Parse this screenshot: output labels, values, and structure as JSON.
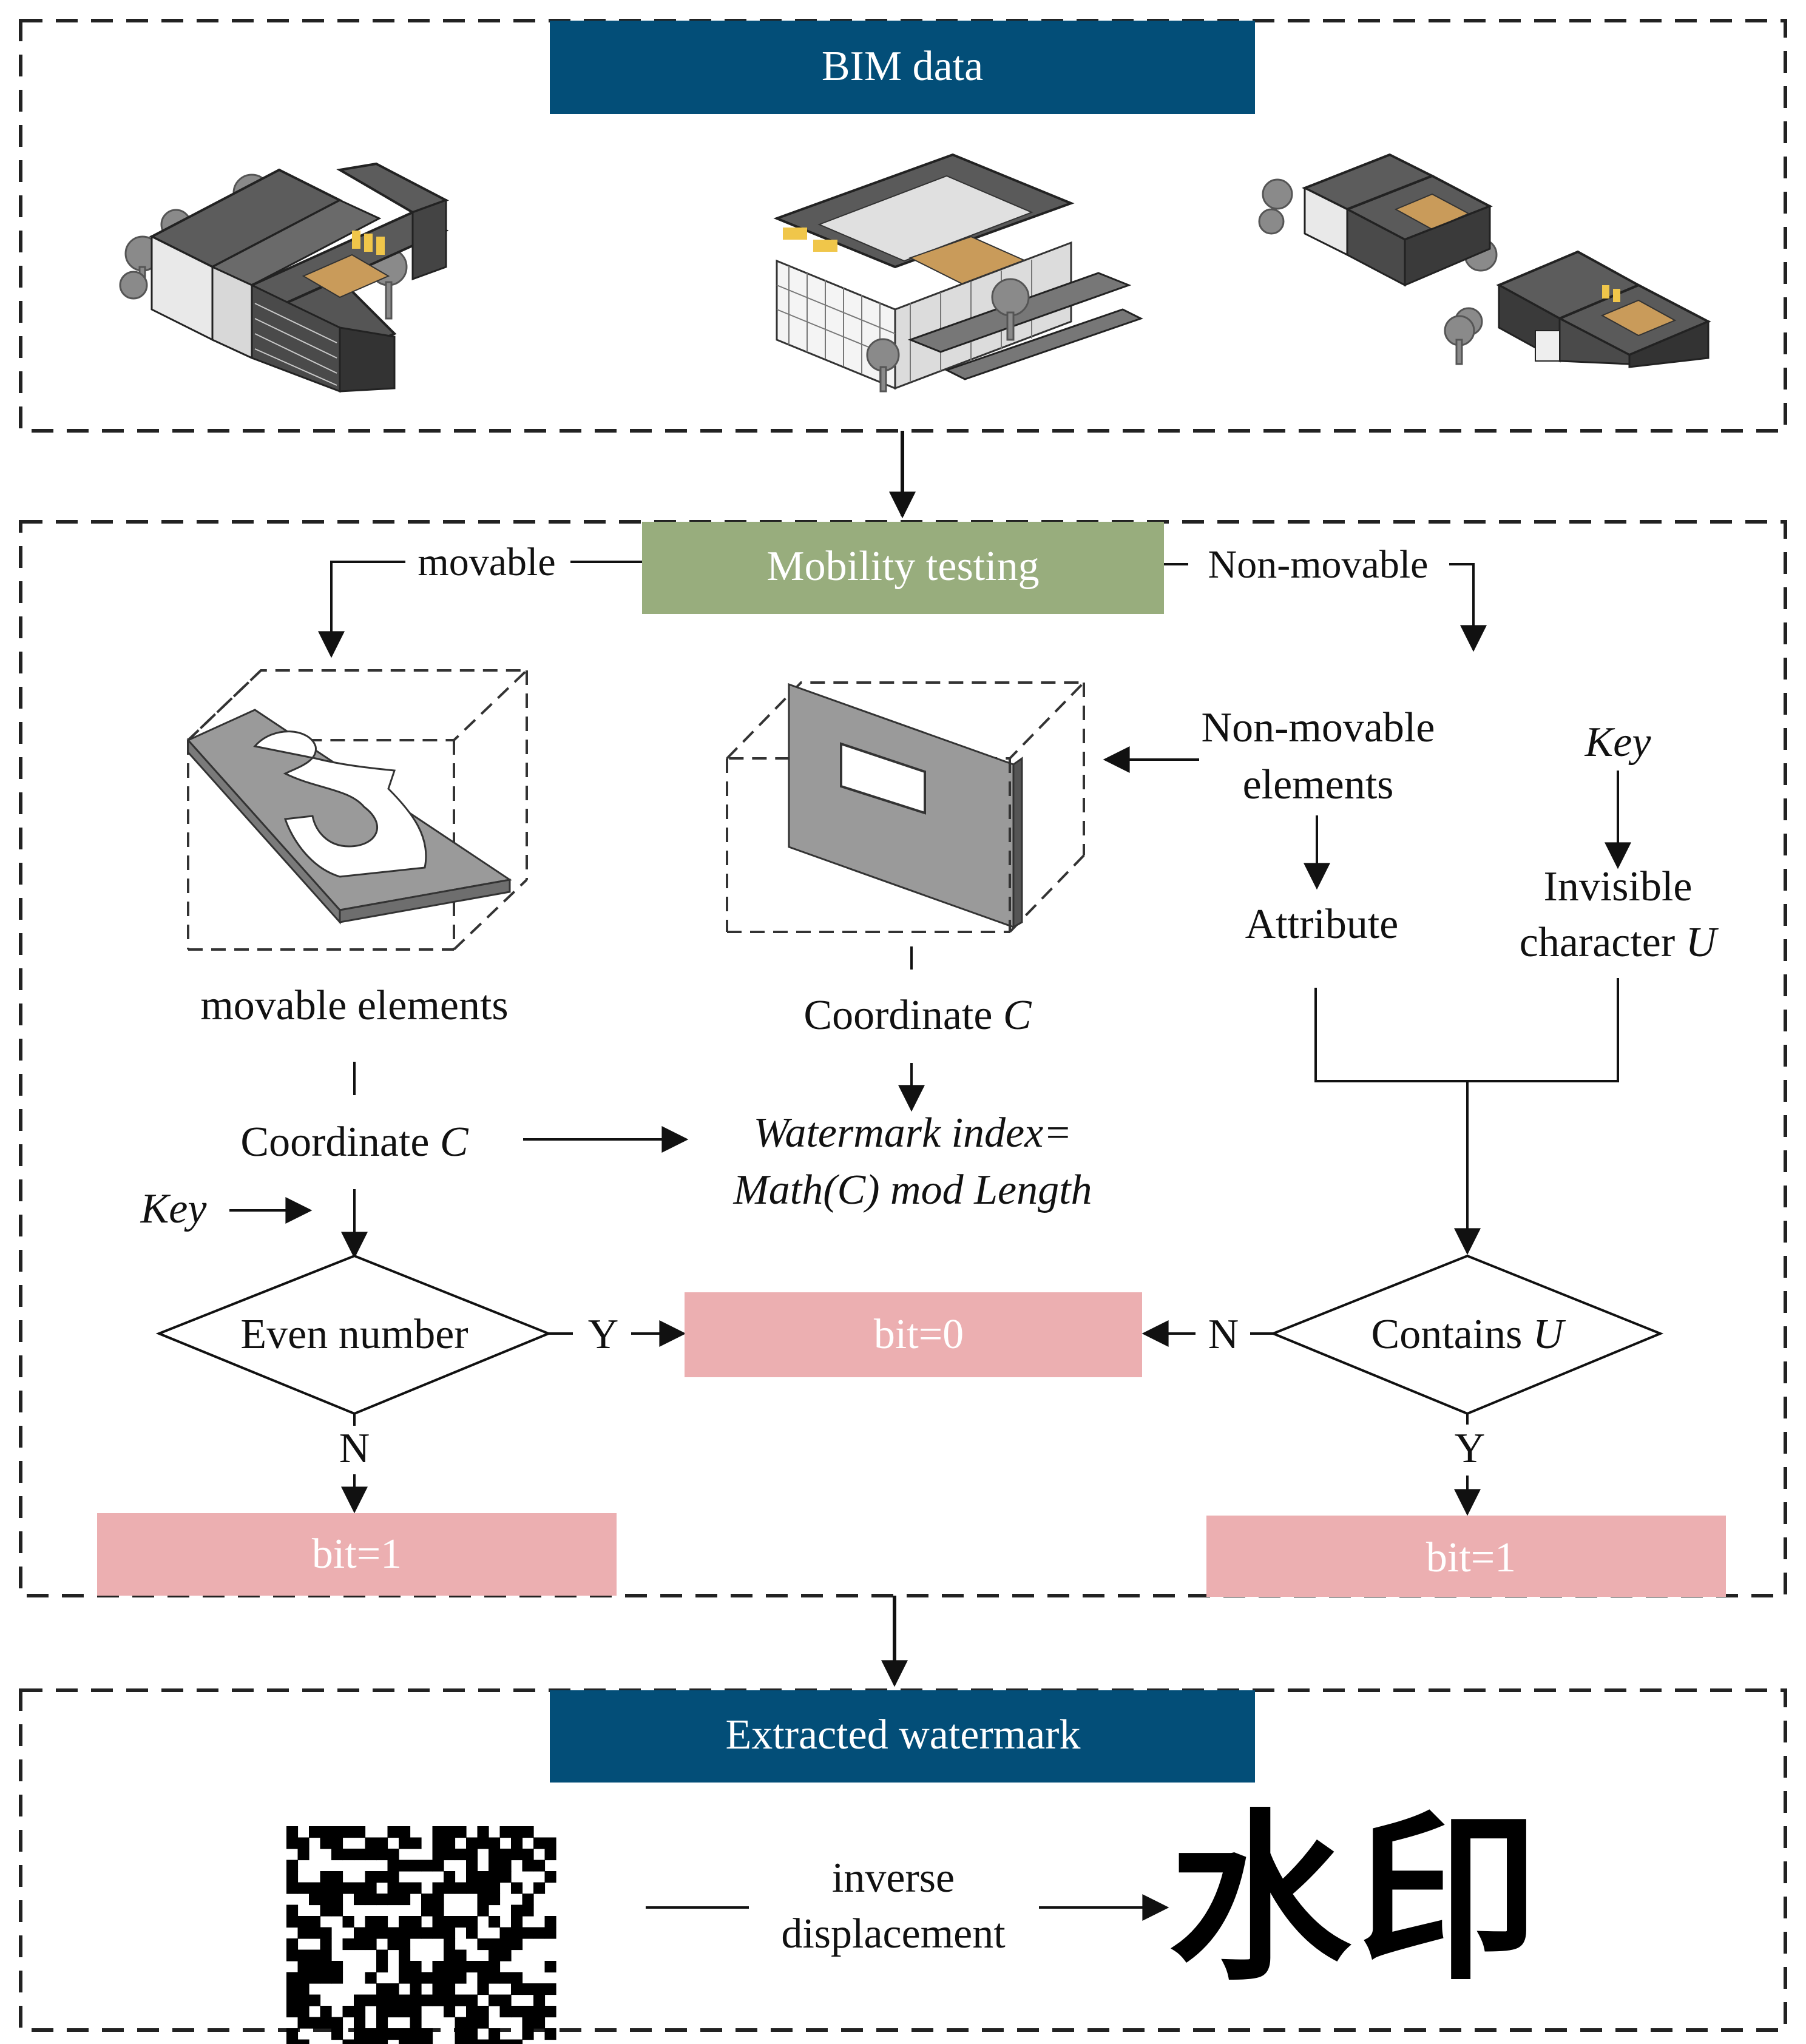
{
  "sections": {
    "bim": {
      "title": "BIM data"
    },
    "mobility": {
      "title": "Mobility testing",
      "left_branch": "movable",
      "right_branch": "Non-movable"
    },
    "extracted": {
      "title": "Extracted watermark"
    }
  },
  "movable": {
    "element_label": "movable elements",
    "coordinate": "Coordinate ",
    "coordinate_var": "C",
    "key": "Key",
    "decision": "Even number",
    "yes": "Y",
    "no": "N",
    "bit_no": "bit=1"
  },
  "center": {
    "coordinate": "Coordinate ",
    "coordinate_var": "C",
    "formula_line1": "Watermark index=",
    "formula_line2": "Math(C)  mod Length",
    "bit_zero": "bit=0"
  },
  "nonmovable": {
    "elements_line1": "Non-movable",
    "elements_line2": "elements",
    "attribute": "Attribute",
    "key": "Key",
    "invisible_line1": "Invisible",
    "invisible_line2": "character ",
    "invisible_var": "U",
    "decision": "Contains ",
    "decision_var": "U",
    "no": "N",
    "yes": "Y",
    "bit_yes": "bit=1"
  },
  "watermark": {
    "step_line1": "inverse",
    "step_line2": "displacement",
    "result_glyphs": "水印"
  },
  "colors": {
    "navy": "#034e78",
    "green": "#98ad7d",
    "pink": "#ecafb1",
    "dashed": "#222222",
    "arrow": "#111111"
  }
}
